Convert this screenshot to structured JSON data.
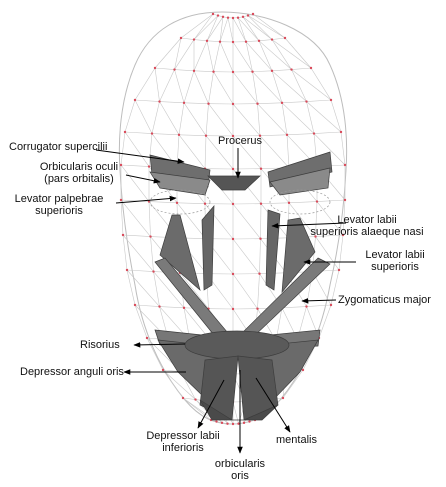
{
  "labels": {
    "corrugator": "Corrugator supercilii",
    "orbicularis_oculi_line1": "Orbicularis oculi",
    "orbicularis_oculi_line2": "(pars orbitalis)",
    "levator_palpebrae_line1": "Levator palpebrae",
    "levator_palpebrae_line2": "superioris",
    "procerus": "Procerus",
    "levator_alaeque_line1": "Levator labii",
    "levator_alaeque_line2": "superioris alaeque nasi",
    "levator_labii_line1": "Levator labii",
    "levator_labii_line2": "superioris",
    "zygomaticus": "Zygomaticus major",
    "risorius": "Risorius",
    "depressor_anguli": "Depressor anguli oris",
    "depressor_labii_line1": "Depressor labii",
    "depressor_labii_line2": "inferioris",
    "mentalis": "mentalis",
    "orbicularis_oris_line1": "orbicularis",
    "orbicularis_oris_line2": "oris"
  },
  "colors": {
    "mesh": "#c8c8c8",
    "vertex": "#d94a5a",
    "muscle_fill": "#6e6e6e",
    "muscle_dark": "#4a4a4a",
    "arrow": "#000000"
  }
}
